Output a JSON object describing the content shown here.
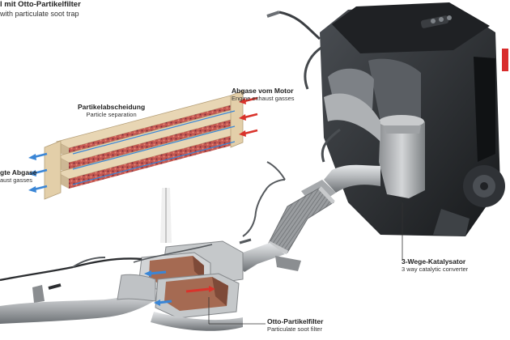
{
  "title": {
    "de": "l mit Otto-Partikelfilter",
    "en": "with particulate soot trap"
  },
  "labels": {
    "separation": {
      "de": "Partikelabscheidung",
      "en": "Particle separation"
    },
    "exhaust_in": {
      "de": "Abgase vom Motor",
      "en": "Engine exhaust gasses"
    },
    "exhaust_out": {
      "de": "gte Abgase",
      "en": "aust gasses"
    },
    "catalyst": {
      "de": "3-Wege-Katalysator",
      "en": "3 way catalytic converter"
    },
    "filter": {
      "de": "Otto-Partikelfilter",
      "en": "Particulate soot filter"
    }
  },
  "colors": {
    "engine_dark": "#2a2d31",
    "metal": "#b9bcbf",
    "filter_core": "#a86a4e",
    "arrow_red": "#d9332b",
    "arrow_blue": "#3a86d6",
    "frame": "#e8d6b4"
  }
}
